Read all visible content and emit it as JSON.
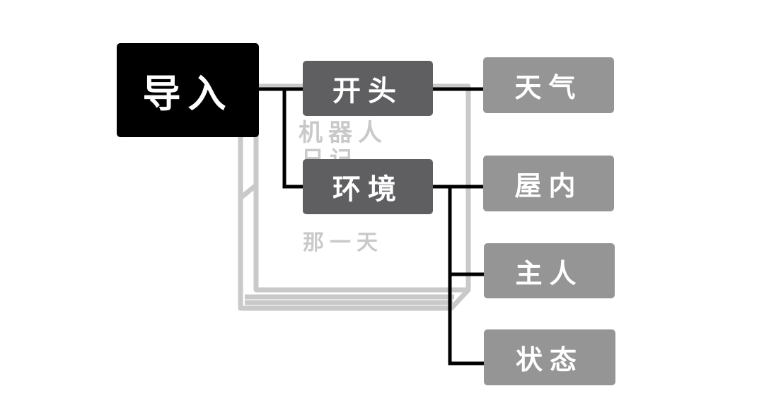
{
  "diagram": {
    "type": "mind-map",
    "colors": {
      "root": "#000000",
      "level1": "#5f5e61",
      "level2": "#959595",
      "connector": "#000000",
      "background_art": "#c9c9c9"
    },
    "root": {
      "label": "导入",
      "children": [
        {
          "label": "开头",
          "children": [
            {
              "label": "天气"
            }
          ]
        },
        {
          "label": "环境",
          "children": [
            {
              "label": "屋内"
            },
            {
              "label": "主人"
            },
            {
              "label": "状态"
            }
          ]
        }
      ]
    }
  },
  "background_book": {
    "icon": "book-icon",
    "title_line_1": "机器人",
    "title_line_2": "日记",
    "subtitle": "那一天"
  }
}
